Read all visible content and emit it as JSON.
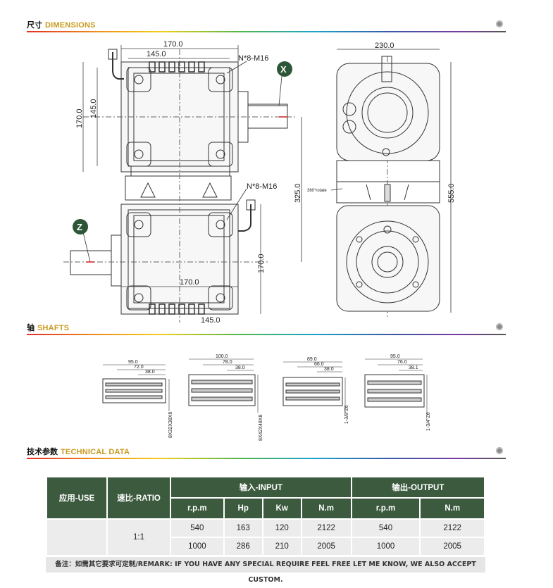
{
  "sections": {
    "dimensions": {
      "cn": "尺寸",
      "en": "DIMENSIONS"
    },
    "shafts": {
      "cn": "轴",
      "en": "SHAFTS"
    },
    "technical": {
      "cn": "技术参数",
      "en": "TECHNICAL DATA"
    }
  },
  "drawing": {
    "top_view": {
      "dim_170_top": "170.0",
      "dim_145_top": "145.0",
      "dim_145_left": "145.0",
      "dim_170_left": "170.0",
      "bolt_label_top": "N*8-M16",
      "bolt_label_bottom": "N*8-M16",
      "shaft_x": "X",
      "shaft_z": "Z",
      "dim_170_right": "170.0",
      "dim_170_bottom": "170.0",
      "dim_145_bottom": "145.0"
    },
    "side_view": {
      "dim_230": "230.0",
      "dim_325": "325.0",
      "dim_555": "555.0",
      "rotate_note": "360°rotate"
    }
  },
  "shafts": [
    {
      "d1": "95.0",
      "d2": "72.0",
      "d3": "38.0",
      "spec": "8X32X38X6"
    },
    {
      "d1": "100.0",
      "d2": "78.0",
      "d3": "38.0",
      "spec": "8X42X48X8"
    },
    {
      "d1": "89.0",
      "d2": "66.0",
      "d3": "38.0",
      "spec": "1-3/8\"Z6"
    },
    {
      "d1": "95.0",
      "d2": "76.0",
      "d3": "38.1",
      "spec": "1-3/4\"Z6"
    }
  ],
  "table": {
    "use_header": "应用-USE",
    "ratio_header": "速比-RATIO",
    "input_header": "输入-INPUT",
    "output_header": "输出-OUTPUT",
    "sub_input": [
      "r.p.m",
      "Hp",
      "Kw",
      "N.m"
    ],
    "sub_output": [
      "r.p.m",
      "N.m"
    ],
    "ratio_value": "1:1",
    "use_value": "",
    "rows": [
      [
        "540",
        "163",
        "120",
        "2122",
        "540",
        "2122"
      ],
      [
        "1000",
        "286",
        "210",
        "2005",
        "1000",
        "2005"
      ]
    ]
  },
  "remark": "备注：如需其它要求可定制/REMARK: IF YOU HAVE ANY SPECIAL REQUIRE FEEL FREE LET ME KNOW, WE ALSO ACCEPT CUSTOM.",
  "colors": {
    "header_green": "#3b5a3e",
    "marker_green": "#2d5538",
    "heading_gold": "#c99a1e"
  }
}
